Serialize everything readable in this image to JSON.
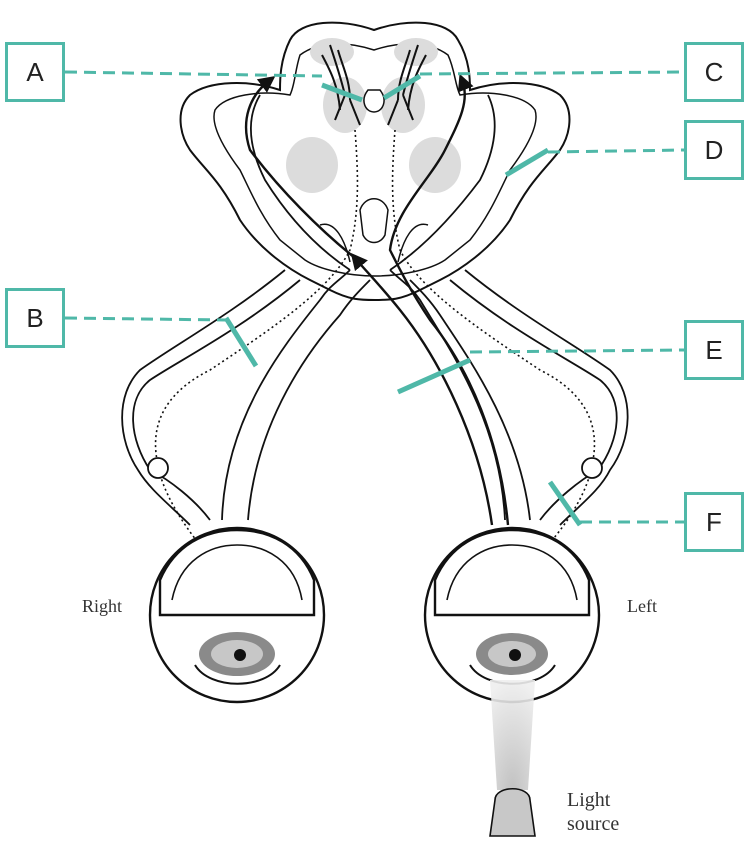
{
  "labels": {
    "A": "A",
    "B": "B",
    "C": "C",
    "D": "D",
    "E": "E",
    "F": "F"
  },
  "eyes": {
    "right": "Right",
    "left": "Left"
  },
  "light_source": {
    "line1": "Light",
    "line2": "source"
  },
  "colors": {
    "marker": "#4fb8a8",
    "ink": "#111111",
    "nucleus": "#dcdcdc"
  }
}
